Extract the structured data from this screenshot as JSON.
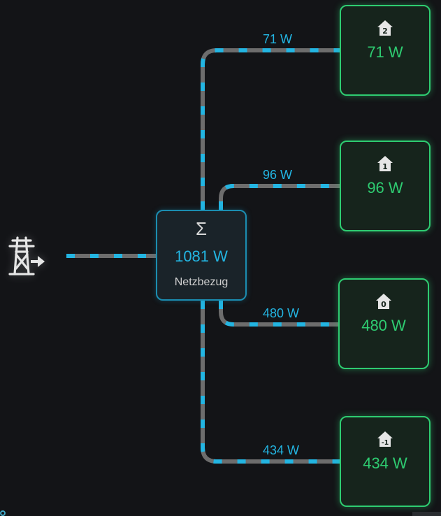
{
  "colors": {
    "background": "#131417",
    "wire": "#6d6d6d",
    "flow": "#23b5e2",
    "hub_border": "#1b8db1",
    "node_border": "#2ecc71",
    "node_text": "#2ecc71"
  },
  "grid": {
    "icon": "power-grid-export-icon"
  },
  "hub": {
    "icon_symbol": "Σ",
    "value": "1081 W",
    "label": "Netzbezug"
  },
  "branches": [
    {
      "label": "71 W",
      "floor_badge": "2",
      "value": "71 W",
      "icon": "house-floor-icon"
    },
    {
      "label": "96 W",
      "floor_badge": "1",
      "value": "96 W",
      "icon": "house-floor-icon"
    },
    {
      "label": "480 W",
      "floor_badge": "0",
      "value": "480 W",
      "icon": "house-floor-icon"
    },
    {
      "label": "434 W",
      "floor_badge": "-1",
      "value": "434 W",
      "icon": "house-floor-icon"
    }
  ]
}
